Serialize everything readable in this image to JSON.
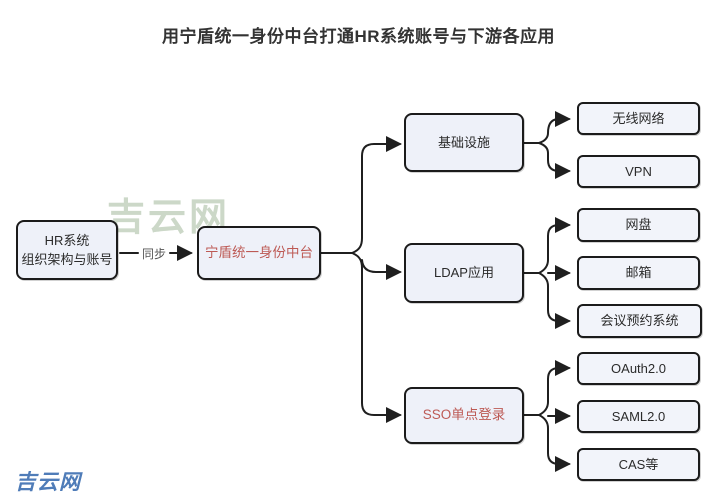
{
  "title": "用宁盾统一身份中台打通HR系统账号与下游各应用",
  "nodes": {
    "source": {
      "line1": "HR系统",
      "line2": "组织架构与账号"
    },
    "sync_label": "同步",
    "hub": "宁盾统一身份中台"
  },
  "categories": [
    {
      "label": "基础设施",
      "children": [
        "无线网络",
        "VPN"
      ]
    },
    {
      "label": "LDAP应用",
      "children": [
        "网盘",
        "邮箱",
        "会议预约系统"
      ]
    },
    {
      "label": "SSO单点登录",
      "children": [
        "OAuth2.0",
        "SAML2.0",
        "CAS等"
      ]
    }
  ],
  "watermark": {
    "center_text": "吉云网",
    "corner_text": "吉云网"
  },
  "colors": {
    "accent_red": "#bd5a55",
    "box_fill": "#eef1f9",
    "leaf_fill": "#f2f4fa",
    "box_border": "#1b1b1b",
    "line_color": "#1f1f1f",
    "watermark_green": "#ccd8c8",
    "watermark_blue": "#4f7cb8"
  }
}
